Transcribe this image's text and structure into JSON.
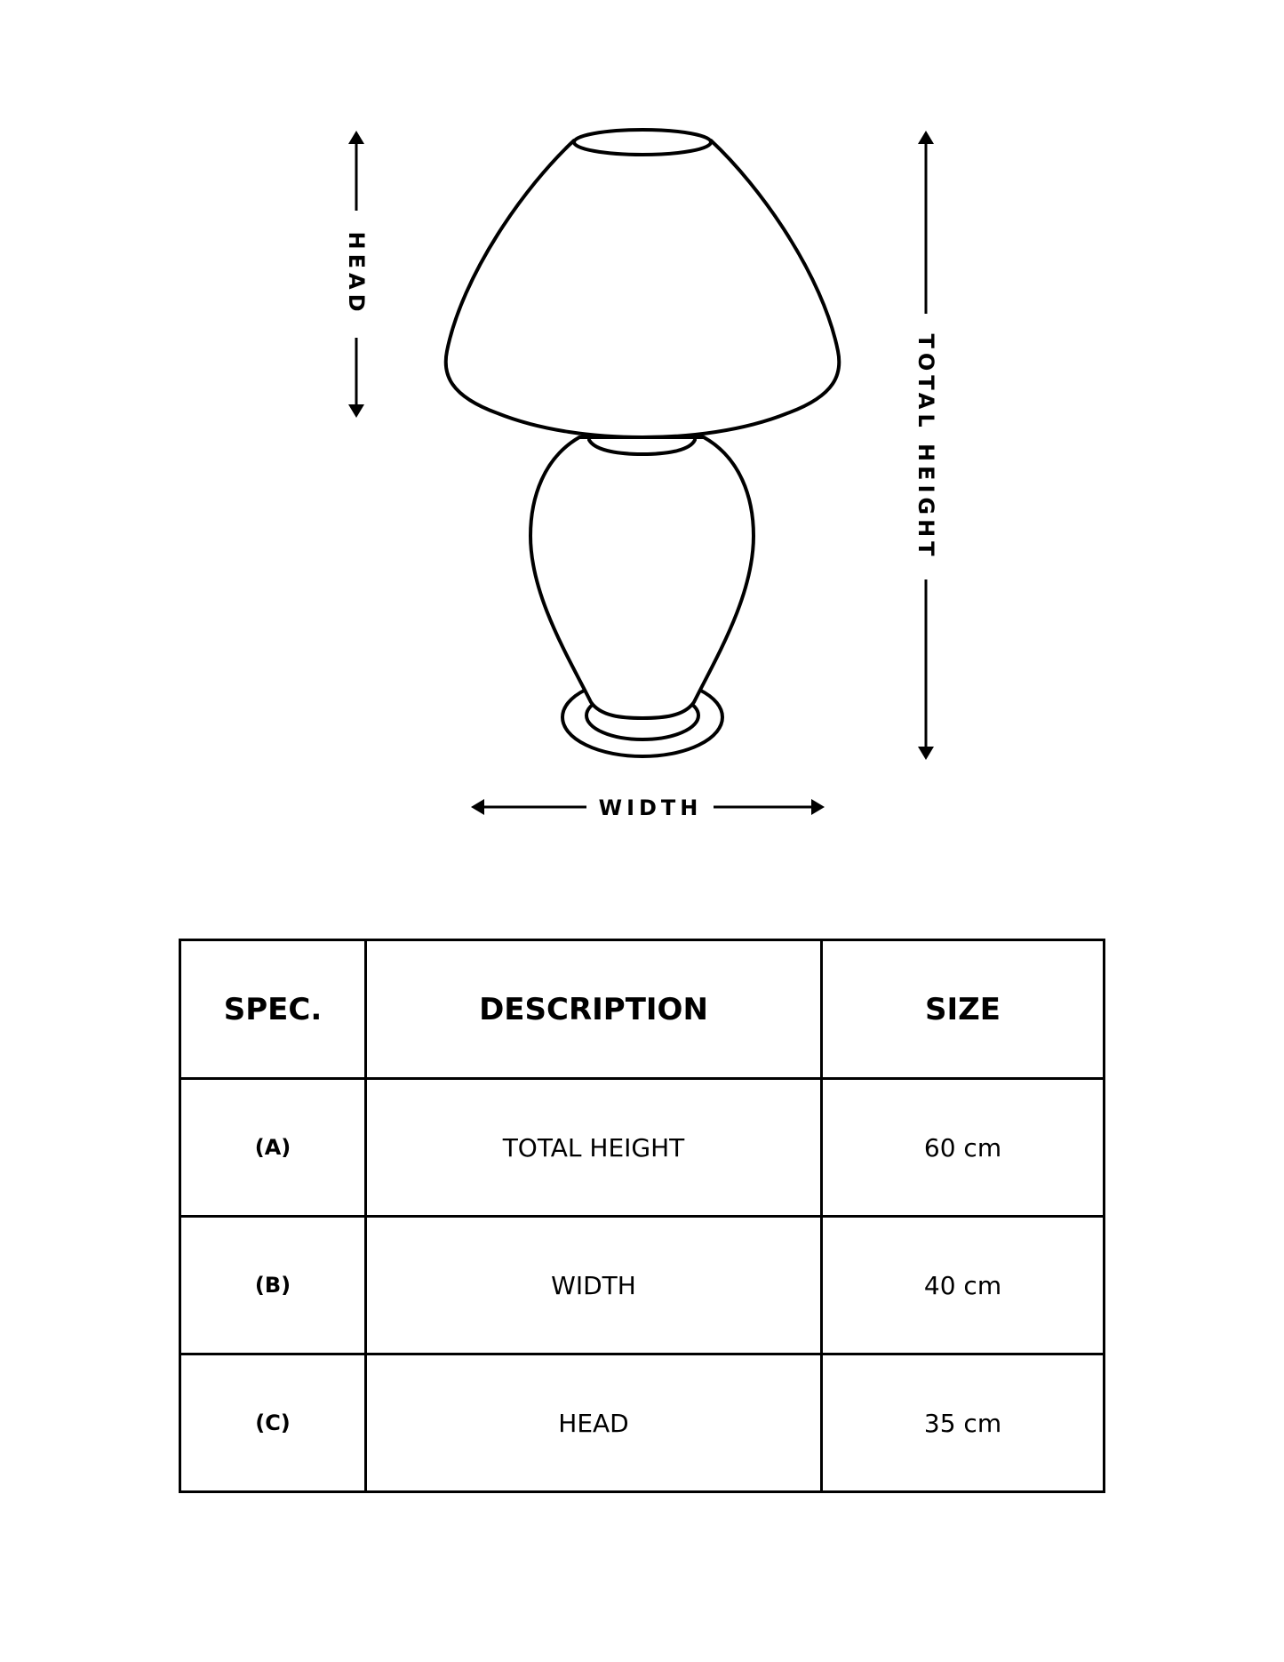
{
  "diagram": {
    "subject": "table lamp",
    "labels": {
      "head": "HEAD",
      "total_height": "TOTAL HEIGHT",
      "width": "WIDTH"
    },
    "stroke_color": "#000000",
    "background_color": "#ffffff"
  },
  "table": {
    "headers": [
      "SPEC.",
      "DESCRIPTION",
      "SIZE"
    ],
    "rows": [
      {
        "spec": "(A)",
        "description": "TOTAL HEIGHT",
        "size": "60 cm"
      },
      {
        "spec": "(B)",
        "description": "WIDTH",
        "size": "40 cm"
      },
      {
        "spec": "(C)",
        "description": "HEAD",
        "size": "35 cm"
      }
    ]
  }
}
